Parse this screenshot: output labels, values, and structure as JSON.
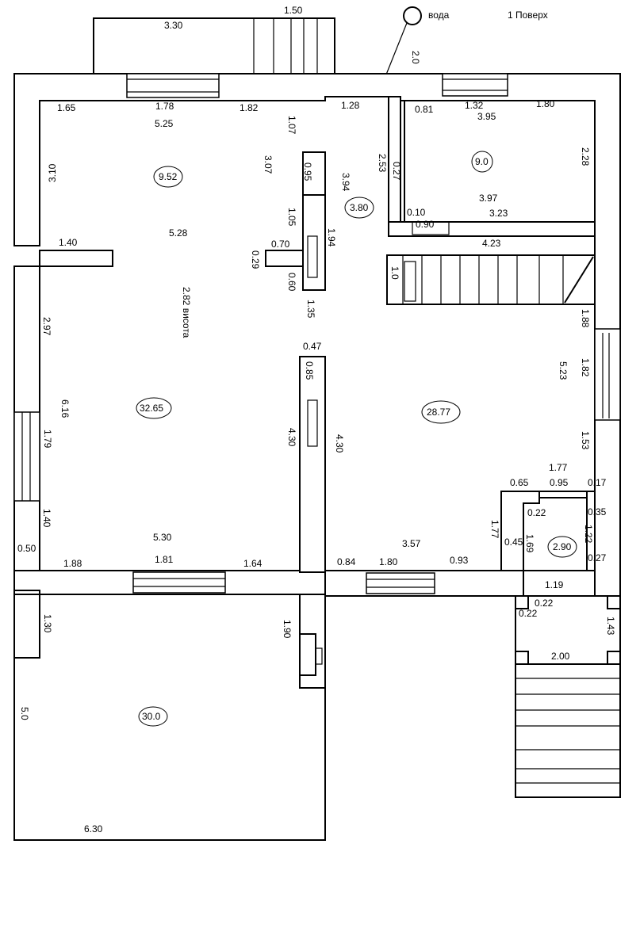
{
  "header": {
    "floor_label": "1 Поверх",
    "water_label": "вода",
    "water_distance": "2.0",
    "height_label": "2.82 висота"
  },
  "areas": {
    "room_a": "9.52",
    "corridor": "3.80",
    "room_b": "9.0",
    "living": "32.65",
    "hall": "28.77",
    "bath": "2.90",
    "terrace": "30.0"
  },
  "dims": {
    "d_1_50": "1.50",
    "d_3_30": "3.30",
    "d_1_65": "1.65",
    "d_1_78": "1.78",
    "d_1_82": "1.82",
    "d_5_25": "5.25",
    "d_1_07": "1.07",
    "d_3_10": "3.10",
    "d_3_07": "3.07",
    "d_0_95a": "0.95",
    "d_1_05": "1.05",
    "d_5_28": "5.28",
    "d_1_40a": "1.40",
    "d_0_70": "0.70",
    "d_0_29": "0.29",
    "d_0_60": "0.60",
    "d_1_94": "1.94",
    "d_1_35": "1.35",
    "d_1_28": "1.28",
    "d_2_53": "2.53",
    "d_3_94": "3.94",
    "d_0_27a": "0.27",
    "d_0_81": "0.81",
    "d_1_32": "1.32",
    "d_1_80a": "1.80",
    "d_3_95": "3.95",
    "d_2_28": "2.28",
    "d_3_97": "3.97",
    "d_0_10": "0.10",
    "d_3_23": "3.23",
    "d_0_90": "0.90",
    "d_4_23": "4.23",
    "d_1_0": "1.0",
    "d_2_97": "2.97",
    "d_6_16": "6.16",
    "d_1_79": "1.79",
    "d_1_40b": "1.40",
    "d_0_50": "0.50",
    "d_0_47": "0.47",
    "d_0_85": "0.85",
    "d_4_30a": "4.30",
    "d_4_30b": "4.30",
    "d_5_30": "5.30",
    "d_1_88a": "1.88",
    "d_1_81": "1.81",
    "d_1_64": "1.64",
    "d_0_84": "0.84",
    "d_1_80b": "1.80",
    "d_0_93": "0.93",
    "d_3_57": "3.57",
    "d_1_88b": "1.88",
    "d_1_82b": "1.82",
    "d_5_23": "5.23",
    "d_1_53": "1.53",
    "d_1_77a": "1.77",
    "d_0_65": "0.65",
    "d_0_95b": "0.95",
    "d_0_17": "0.17",
    "d_0_22a": "0.22",
    "d_0_35": "0.35",
    "d_1_77b": "1.77",
    "d_1_22": "1.22",
    "d_0_45": "0.45",
    "d_1_69": "1.69",
    "d_0_27b": "0.27",
    "d_1_19": "1.19",
    "d_0_22b": "0.22",
    "d_0_22c": "0.22",
    "d_1_43": "1.43",
    "d_2_00": "2.00",
    "d_1_30": "1.30",
    "d_1_90": "1.90",
    "d_5_0": "5.0",
    "d_6_30": "6.30"
  }
}
